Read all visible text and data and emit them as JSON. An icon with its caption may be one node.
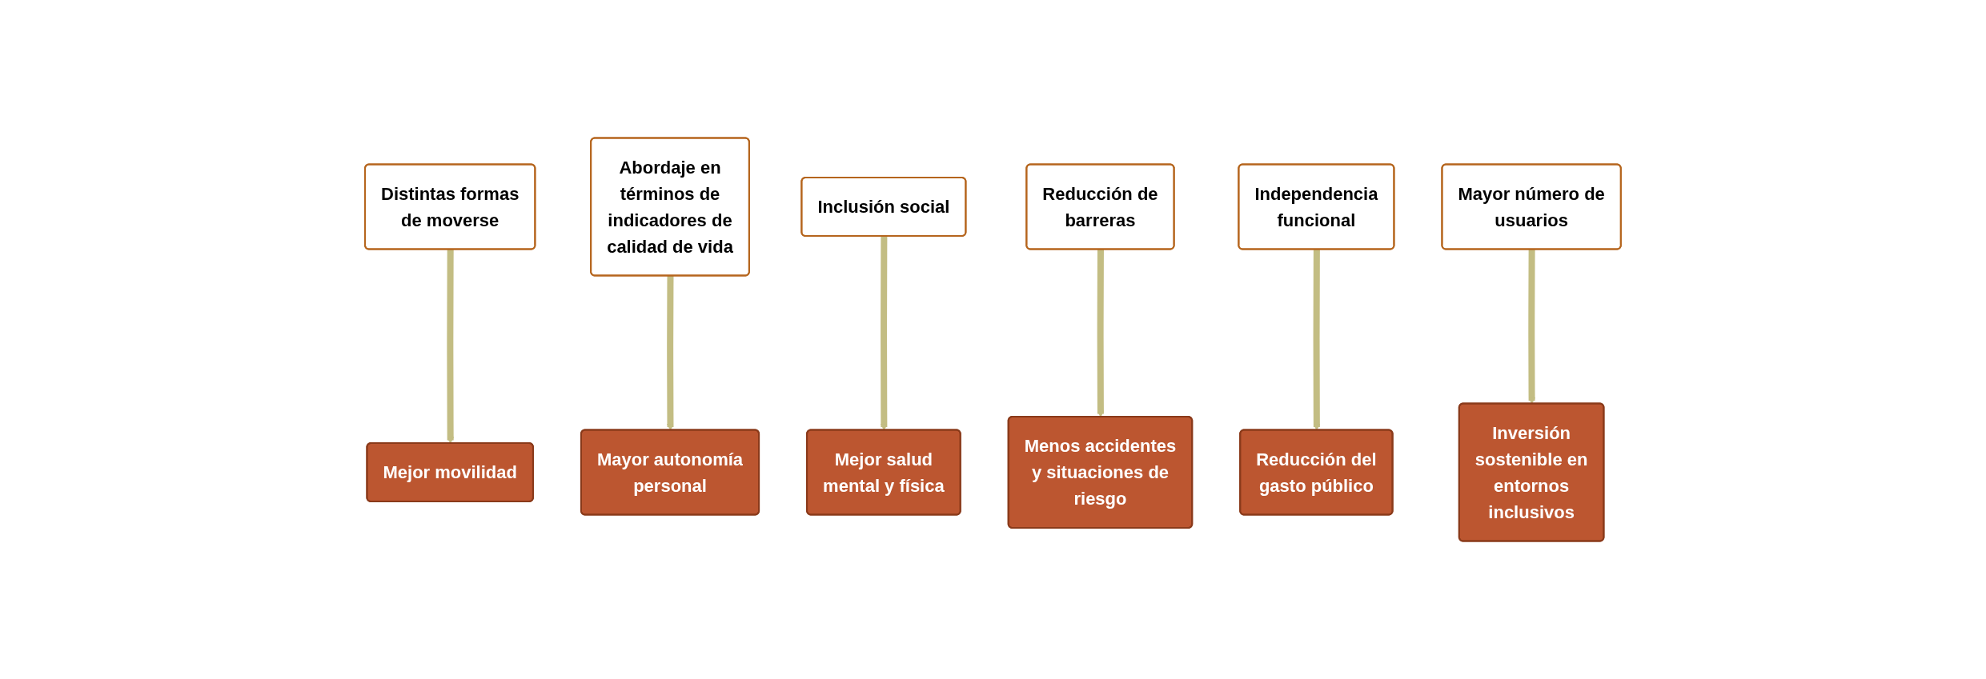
{
  "diagram": {
    "nodes": [
      {
        "text": [
          "Distintas formas de moverse"
        ]
      },
      {
        "text": [
          "Abordaje en términos de indicadores de calidad de vida"
        ]
      },
      {
        "text": [
          "Inclusión social"
        ]
      },
      {
        "text": [
          "Reducción de barreras"
        ]
      },
      {
        "text": [
          "Independencia funcional"
        ]
      },
      {
        "text": [
          "Mayor número de usuarios"
        ]
      },
      {
        "text": [
          "Mejor movilidad"
        ]
      },
      {
        "text": [
          "Mayor autonomía personal"
        ]
      },
      {
        "text": [
          "Mejor salud mental y física"
        ]
      },
      {
        "text": [
          "Menos accidentes y situaciones de riesgo"
        ]
      },
      {
        "text": [
          "Reducción del gasto público"
        ]
      },
      {
        "text": [
          "Inversión sostenible en entornos inclusivos"
        ]
      }
    ],
    "edges": [
      {
        "from": 0,
        "to": 6,
        "arrow": "to"
      },
      {
        "from": 1,
        "to": 7,
        "arrow": "to"
      },
      {
        "from": 2,
        "to": 8,
        "arrow": "to"
      },
      {
        "from": 3,
        "to": 9,
        "arrow": "to"
      },
      {
        "from": 4,
        "to": 10,
        "arrow": "to"
      },
      {
        "from": 5,
        "to": 11,
        "arrow": "to"
      }
    ]
  }
}
